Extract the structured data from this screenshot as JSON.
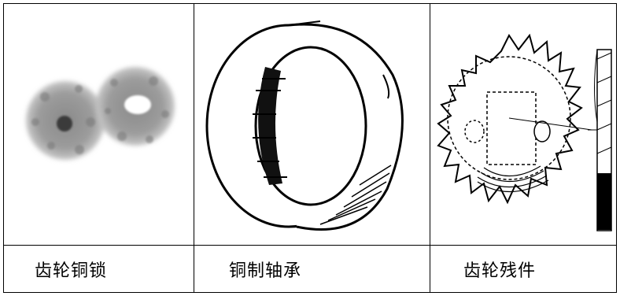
{
  "table": {
    "cells": [
      {
        "caption": "齿轮铜锁",
        "figure": "gear-lock-photo"
      },
      {
        "caption": "铜制轴承",
        "figure": "bearing-drawing"
      },
      {
        "caption": "齿轮残件",
        "figure": "gear-fragment-drawing"
      }
    ]
  }
}
